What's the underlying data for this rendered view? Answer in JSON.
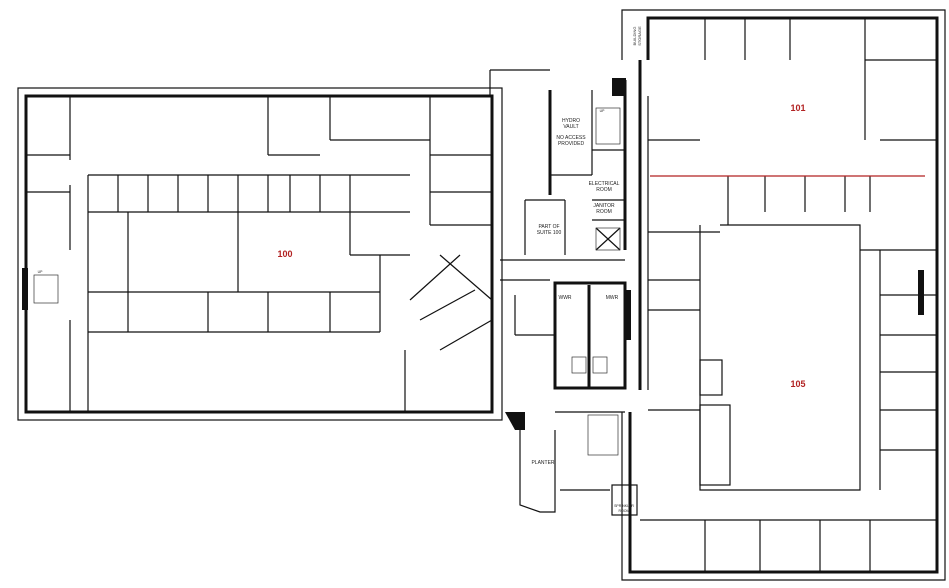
{
  "plan": {
    "units": [
      {
        "id": "100",
        "label": "100"
      },
      {
        "id": "101",
        "label": "101"
      },
      {
        "id": "105",
        "label": "105"
      }
    ],
    "rooms": {
      "hydro_vault_1": "HYDRO",
      "hydro_vault_2": "VAULT",
      "no_access_1": "NO ACCESS",
      "no_access_2": "PROVIDED",
      "electrical_1": "ELECTRICAL",
      "electrical_2": "ROOM",
      "janitor_1": "JANITOR",
      "janitor_2": "ROOM",
      "suite_1": "PART OF",
      "suite_2": "SUITE 100",
      "wwr": "WWR",
      "mwr": "MWR",
      "planter": "PLANTER",
      "sprinkler_1": "SPRINKLER",
      "sprinkler_2": "ROOM",
      "storage_1": "BUILDING",
      "storage_2": "STORAGE",
      "up": "UP"
    },
    "colors": {
      "walls": "#111111",
      "unit_label": "#b22222",
      "demising_line": "#b22222"
    }
  }
}
